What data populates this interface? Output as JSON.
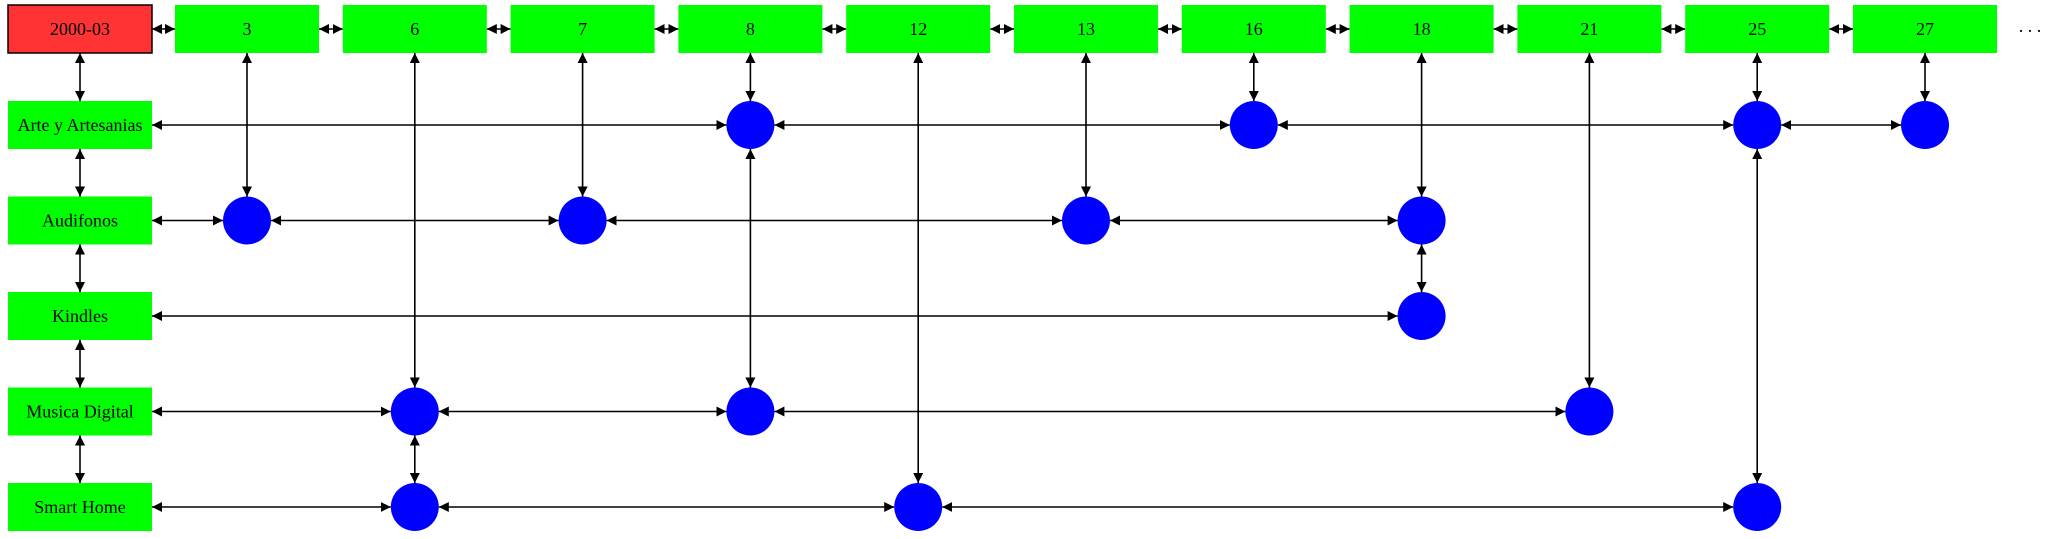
{
  "colors": {
    "header_root_fill": "#ff3333",
    "header_fill": "#00ff00",
    "category_fill": "#00ff00",
    "node_fill": "#0000ff",
    "edge": "#000000",
    "background": "#ffffff"
  },
  "header": {
    "root_label": "2000-03",
    "columns": [
      "3",
      "6",
      "7",
      "8",
      "12",
      "13",
      "16",
      "18",
      "21",
      "25",
      "27"
    ],
    "trailing_ellipsis": ". . ."
  },
  "categories": [
    "Arte y Artesanias",
    "Audifonos",
    "Kindles",
    "Musica Digital",
    "Smart Home"
  ],
  "nodes": [
    {
      "category": "Arte y Artesanias",
      "column": "8"
    },
    {
      "category": "Arte y Artesanias",
      "column": "16"
    },
    {
      "category": "Arte y Artesanias",
      "column": "25"
    },
    {
      "category": "Arte y Artesanias",
      "column": "27"
    },
    {
      "category": "Audifonos",
      "column": "3"
    },
    {
      "category": "Audifonos",
      "column": "7"
    },
    {
      "category": "Audifonos",
      "column": "13"
    },
    {
      "category": "Audifonos",
      "column": "18"
    },
    {
      "category": "Kindles",
      "column": "18"
    },
    {
      "category": "Musica Digital",
      "column": "6"
    },
    {
      "category": "Musica Digital",
      "column": "8"
    },
    {
      "category": "Musica Digital",
      "column": "21"
    },
    {
      "category": "Smart Home",
      "column": "6"
    },
    {
      "category": "Smart Home",
      "column": "12"
    },
    {
      "category": "Smart Home",
      "column": "25"
    }
  ]
}
